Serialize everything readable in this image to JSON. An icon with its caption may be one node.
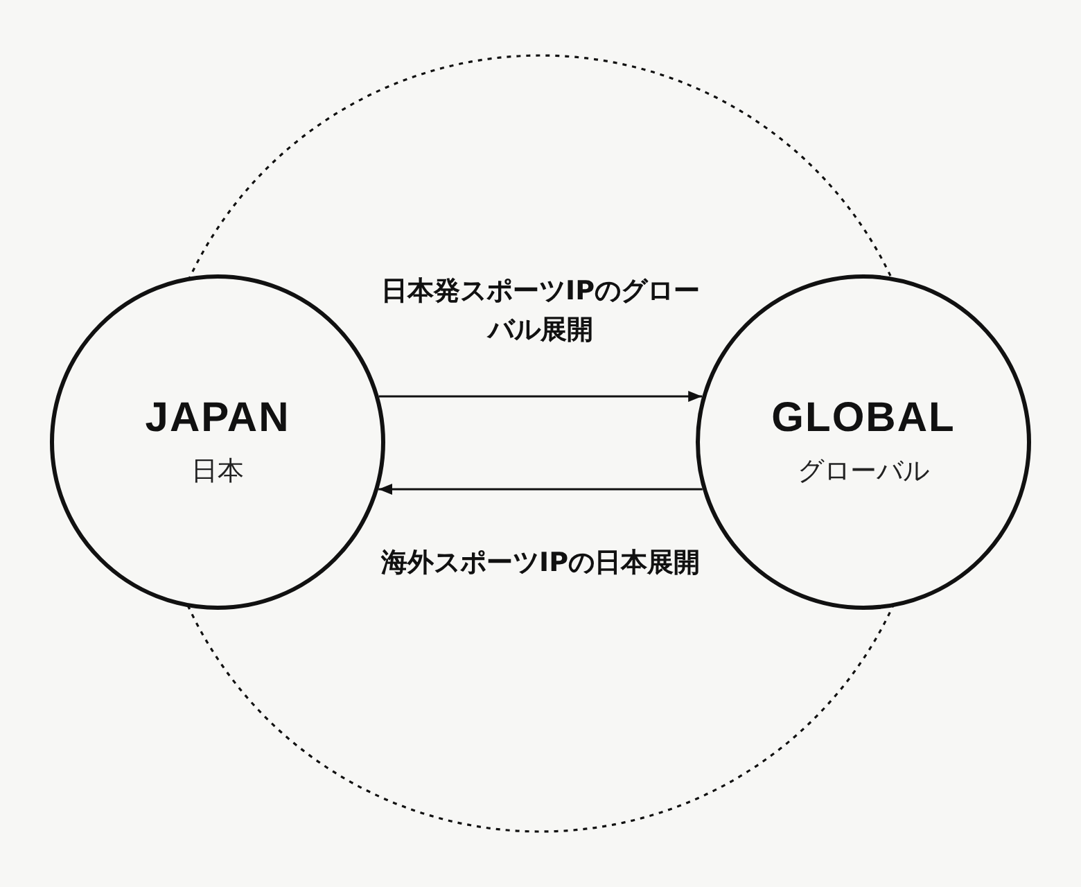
{
  "diagram": {
    "nodes": [
      {
        "text": [
          "JAPAN",
          "日本"
        ]
      },
      {
        "text": [
          "GLOBAL",
          "グローバル"
        ]
      }
    ],
    "edges": [
      {
        "from": 0,
        "to": 1,
        "arrow": "to",
        "label": "日本発スポーツIPのグローバル展開"
      },
      {
        "from": 1,
        "to": 0,
        "arrow": "to",
        "label": "海外スポーツIPの日本展開"
      }
    ]
  }
}
